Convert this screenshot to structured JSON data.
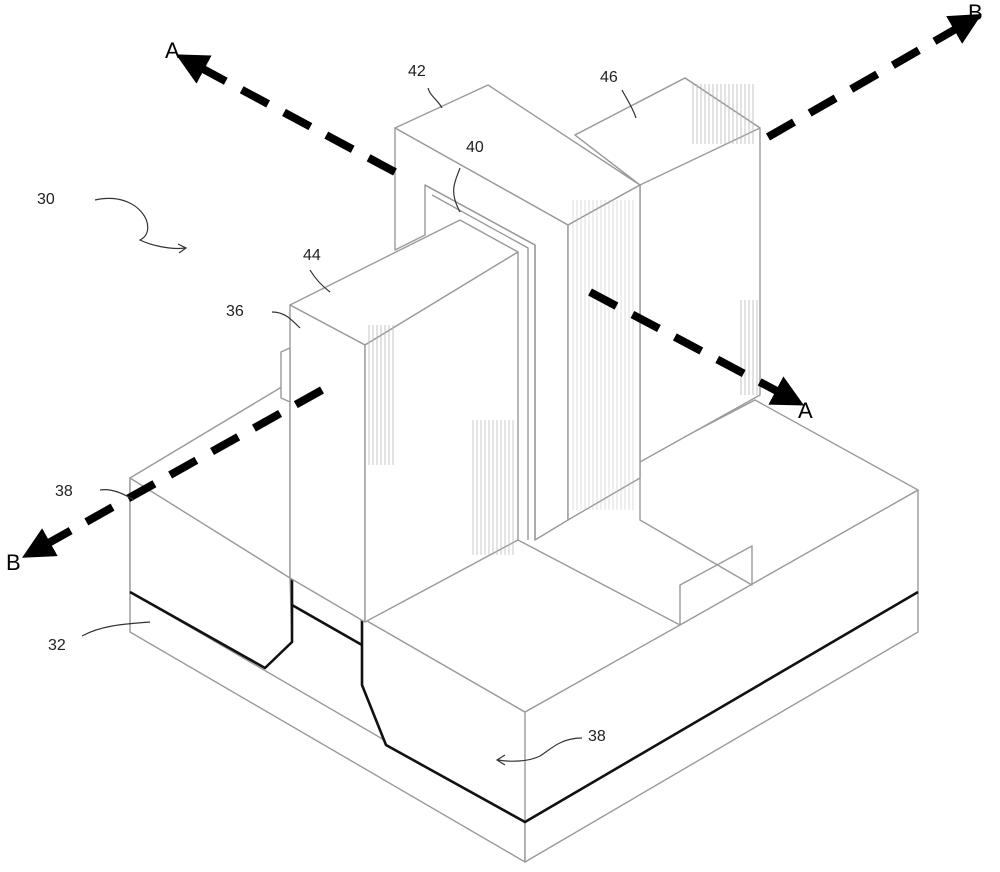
{
  "figure": {
    "labels": {
      "device": "30",
      "substrate": "32",
      "fin": "36",
      "isolation_left": "38",
      "isolation_right": "38",
      "gate_dielectric": "40",
      "gate": "42",
      "source_drain_left": "44",
      "source_drain_right": "46"
    },
    "cut_lines": {
      "a_start": "A",
      "a_end": "A",
      "b_start": "B",
      "b_end": "B"
    }
  }
}
